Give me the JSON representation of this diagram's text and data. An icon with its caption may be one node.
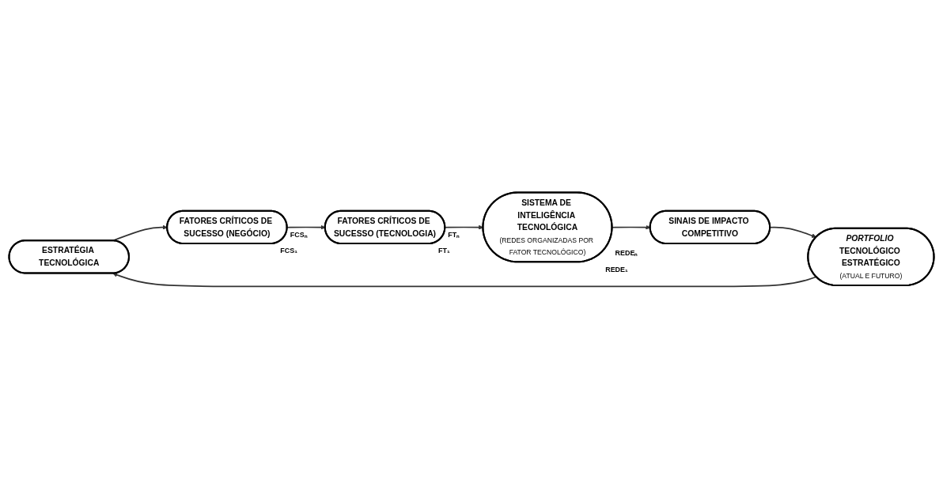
{
  "diagram": {
    "nodes": [
      {
        "text": [
          "ESTRATÉGIA TECNOLÓGICA"
        ]
      },
      {
        "text": [
          "FATORES CRÍTICOS DE SUCESSO (NEGÓCIO)"
        ],
        "beside": [
          "FCSₙ",
          "FCS₁"
        ]
      },
      {
        "text": [
          "FATORES CRÍTICOS DE SUCESSO (TECNOLOGIA)"
        ],
        "beside": [
          "FTₙ",
          "FT₁"
        ]
      },
      {
        "text": [
          "SISTEMA DE INTELIGÊNCIA TECNOLÓGICA",
          "(REDES ORGANIZADAS POR FATOR TECNOLÓGICO)"
        ],
        "beside": [
          "REDEₙ",
          "REDE₁"
        ]
      },
      {
        "text": [
          "SINAIS DE IMPACTO COMPETITIVO"
        ]
      },
      {
        "text": [
          "*PORTFOLIO* TECNOLÓGICO ESTRATÉGICO",
          "(ATUAL E FUTURO)"
        ]
      }
    ],
    "edges": [
      {
        "from": 0,
        "to": 1,
        "arrow": "to"
      },
      {
        "from": 1,
        "to": 2,
        "arrow": "to"
      },
      {
        "from": 2,
        "to": 3,
        "arrow": "to"
      },
      {
        "from": 3,
        "to": 4,
        "arrow": "to"
      },
      {
        "from": 4,
        "to": 5,
        "arrow": "to"
      },
      {
        "from": 5,
        "to": 0,
        "arrow": "to"
      }
    ]
  }
}
